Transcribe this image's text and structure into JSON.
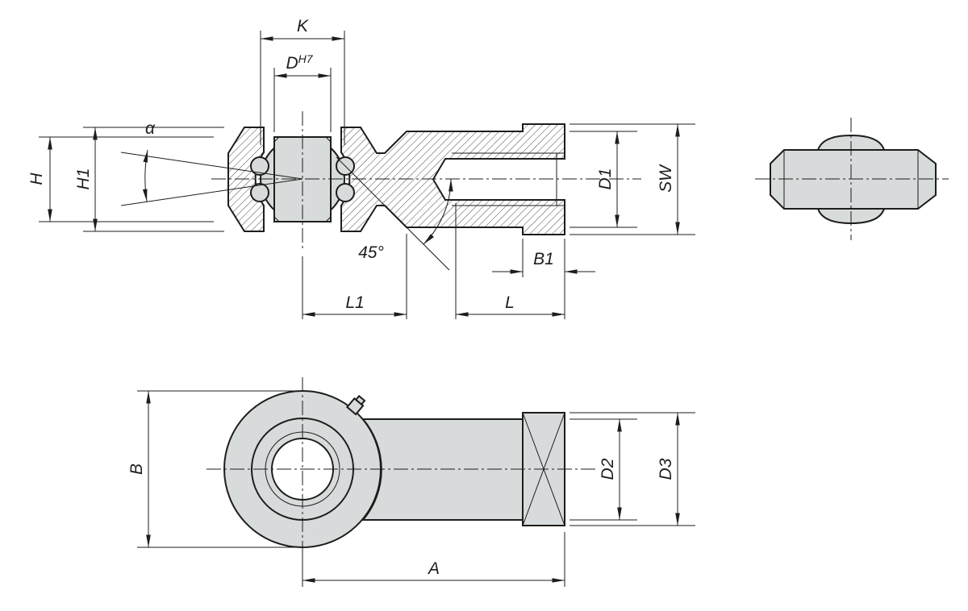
{
  "drawing": {
    "labels": {
      "k": "K",
      "d": "D",
      "d_tol": "H7",
      "alpha": "α",
      "h": "H",
      "h1": "H1",
      "d1": "D1",
      "sw": "SW",
      "b1": "B1",
      "angle45": "45°",
      "l1": "L1",
      "l": "L",
      "b": "B",
      "d2": "D2",
      "d3": "D3",
      "a": "A"
    },
    "colors": {
      "line": "#1d1d1b",
      "part_fill": "#d8dbdc",
      "background": "#ffffff"
    }
  }
}
